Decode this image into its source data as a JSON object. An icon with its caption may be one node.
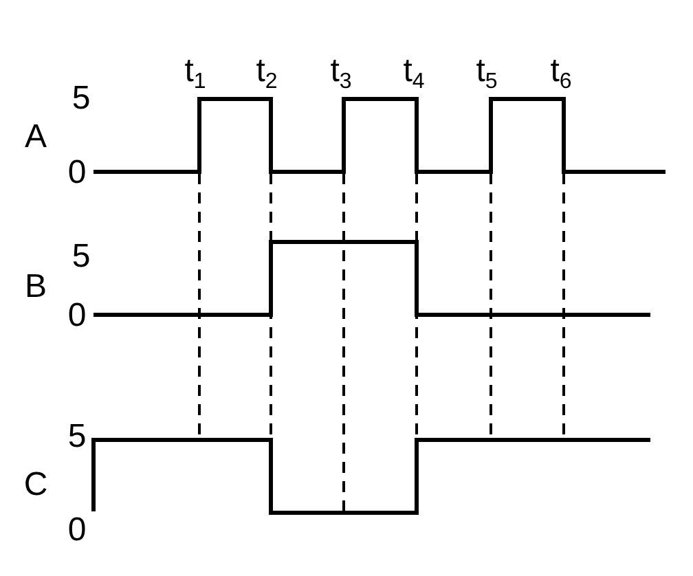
{
  "diagram": {
    "labels": [
      "t$_{1}$",
      "t$_{2}$",
      "t$_{3}$",
      "t$_{4}$",
      "t$_{5}$",
      "t$_{6}$",
      "5",
      "A",
      "0",
      "5",
      "B",
      "0",
      "5",
      "C",
      "0"
    ]
  }
}
